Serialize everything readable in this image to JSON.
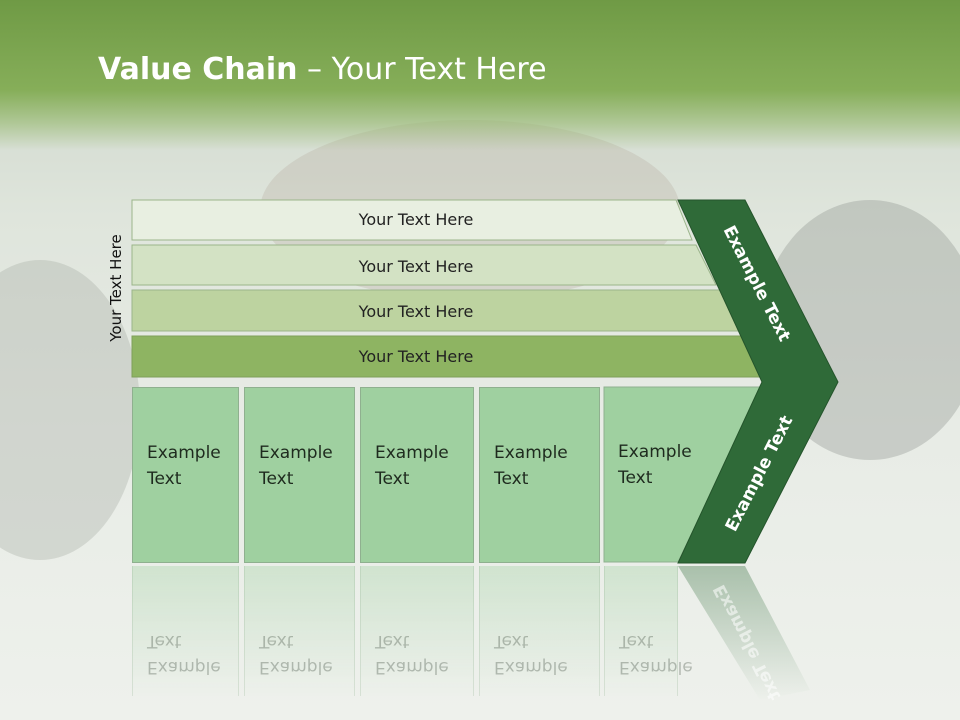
{
  "slide": {
    "title_bold": "Value Chain",
    "title_rest": " – Your Text Here",
    "side_label": "Your Text Here"
  },
  "bars": [
    {
      "label": "Your Text Here",
      "color": "#e8efe1"
    },
    {
      "label": "Your Text Here",
      "color": "#d3e2c4"
    },
    {
      "label": "Your Text Here",
      "color": "#bdd3a0"
    },
    {
      "label": "Your Text Here",
      "color": "#8eb462"
    }
  ],
  "boxes": [
    {
      "line1": "Example",
      "line2": "Text"
    },
    {
      "line1": "Example",
      "line2": "Text"
    },
    {
      "line1": "Example",
      "line2": "Text"
    },
    {
      "line1": "Example",
      "line2": "Text"
    },
    {
      "line1": "Example",
      "line2": "Text"
    }
  ],
  "chevron": {
    "upper_label": "Example Text",
    "lower_label": "Example Text",
    "color": "#2f6a38"
  },
  "colors": {
    "header": "#7aa34e",
    "box_fill": "#9fd0a0"
  }
}
